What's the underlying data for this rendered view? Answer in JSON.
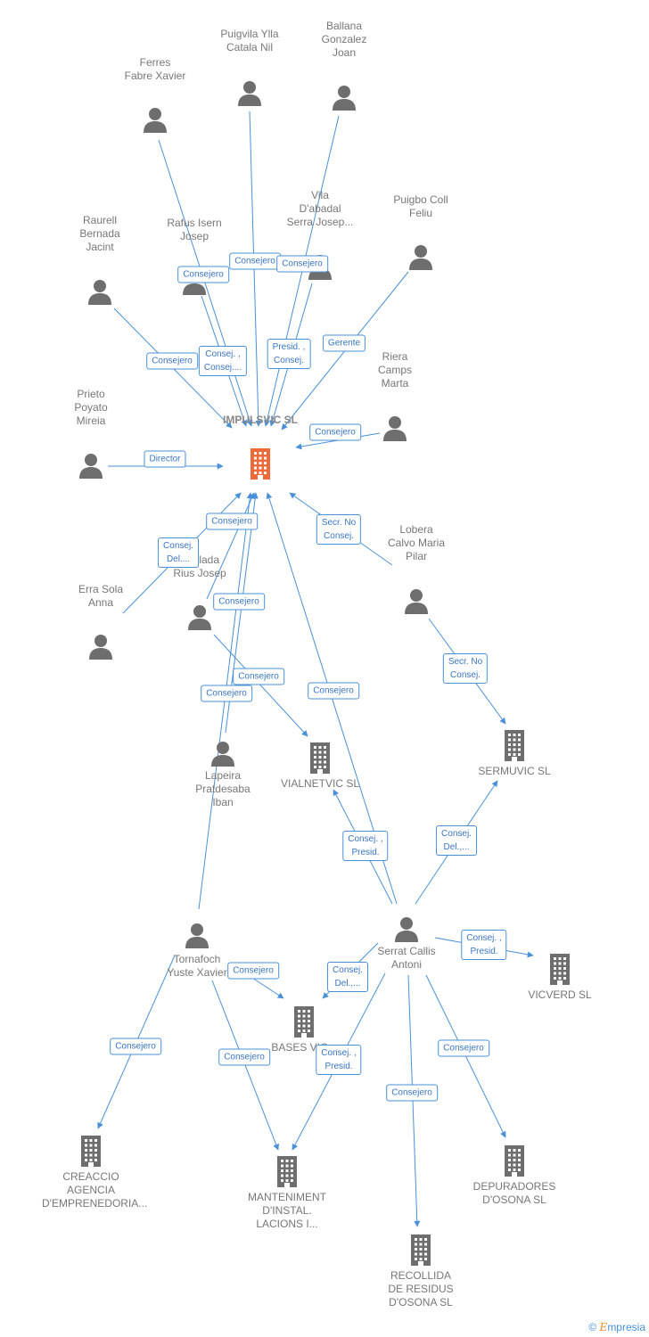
{
  "colors": {
    "edge": "#4a90d9",
    "person": "#6e6e6e",
    "company": "#6e6e6e",
    "main": "#ef6a3a"
  },
  "brand": {
    "copyright": "©",
    "name": "mpresia",
    "initial": "E"
  },
  "nodes": [
    {
      "id": "impulsvic",
      "kind": "main",
      "lines": [
        "IMPULSVIC SL"
      ]
    },
    {
      "id": "ferres",
      "kind": "person",
      "lines": [
        "Ferres",
        "Fabre Xavier"
      ]
    },
    {
      "id": "puigvila",
      "kind": "person",
      "lines": [
        "Puigvila Ylla",
        "Catala Nil"
      ]
    },
    {
      "id": "ballana",
      "kind": "person",
      "lines": [
        "Ballana",
        "Gonzalez",
        "Joan"
      ]
    },
    {
      "id": "raurell",
      "kind": "person",
      "lines": [
        "Raurell",
        "Bernada",
        "Jacint"
      ]
    },
    {
      "id": "rafus",
      "kind": "person",
      "lines": [
        "Rafus Isern",
        "Josep"
      ]
    },
    {
      "id": "vila",
      "kind": "person",
      "lines": [
        "Vila",
        "D'abadal",
        "Serra Josep..."
      ]
    },
    {
      "id": "puigbo",
      "kind": "person",
      "lines": [
        "Puigbo Coll",
        "Feliu"
      ]
    },
    {
      "id": "riera",
      "kind": "person",
      "lines": [
        "Riera",
        "Camps",
        "Marta"
      ]
    },
    {
      "id": "prieto",
      "kind": "person",
      "lines": [
        "Prieto",
        "Poyato",
        "Mireia"
      ]
    },
    {
      "id": "anglada",
      "kind": "person",
      "lines": [
        "Anglada",
        "Rius Josep"
      ]
    },
    {
      "id": "erra",
      "kind": "person",
      "lines": [
        "Erra Sola",
        "Anna"
      ]
    },
    {
      "id": "lobera",
      "kind": "person",
      "lines": [
        "Lobera",
        "Calvo Maria",
        "Pilar"
      ]
    },
    {
      "id": "lapeira",
      "kind": "person",
      "lines": [
        "Lapeira",
        "Pratdesaba",
        "Iban"
      ]
    },
    {
      "id": "vialnetvic",
      "kind": "company",
      "lines": [
        "VIALNETVIC SL"
      ]
    },
    {
      "id": "sermuvic",
      "kind": "company",
      "lines": [
        "SERMUVIC SL"
      ]
    },
    {
      "id": "tornafoch",
      "kind": "person",
      "lines": [
        "Tornafoch",
        "Yuste Xavier"
      ]
    },
    {
      "id": "serrat",
      "kind": "person",
      "lines": [
        "Serrat Callis",
        "Antoni"
      ]
    },
    {
      "id": "vicverd",
      "kind": "company",
      "lines": [
        "VICVERD SL"
      ]
    },
    {
      "id": "bases",
      "kind": "company",
      "lines": [
        "BASES VIC..."
      ]
    },
    {
      "id": "creaccio",
      "kind": "company",
      "lines": [
        "CREACCIO",
        "AGENCIA",
        "D'EMPRENEDORIA..."
      ]
    },
    {
      "id": "manteniment",
      "kind": "company",
      "lines": [
        "MANTENIMENT",
        "D'INSTAL.",
        "LACIONS I..."
      ]
    },
    {
      "id": "depuradores",
      "kind": "company",
      "lines": [
        "DEPURADORES",
        "D'OSONA SL"
      ]
    },
    {
      "id": "recollida",
      "kind": "company",
      "lines": [
        "RECOLLIDA",
        "DE RESIDUS",
        "D'OSONA SL"
      ]
    }
  ],
  "edges": [
    {
      "from": "ferres",
      "to": "impulsvic",
      "lines": [
        "Consejero"
      ]
    },
    {
      "from": "puigvila",
      "to": "impulsvic",
      "lines": [
        "Consejero"
      ]
    },
    {
      "from": "ballana",
      "to": "impulsvic",
      "lines": [
        "Consejero"
      ]
    },
    {
      "from": "raurell",
      "to": "impulsvic",
      "lines": [
        "Consejero"
      ]
    },
    {
      "from": "rafus",
      "to": "impulsvic",
      "lines": [
        "Consej. ,",
        "Consej...."
      ]
    },
    {
      "from": "vila",
      "to": "impulsvic",
      "lines": [
        "Presid. ,",
        "Consej."
      ]
    },
    {
      "from": "puigbo",
      "to": "impulsvic",
      "lines": [
        "Gerente"
      ]
    },
    {
      "from": "riera",
      "to": "impulsvic",
      "lines": [
        "Consejero"
      ]
    },
    {
      "from": "prieto",
      "to": "impulsvic",
      "lines": [
        "Director"
      ]
    },
    {
      "from": "anglada",
      "to": "impulsvic",
      "lines": [
        "Consejero"
      ]
    },
    {
      "from": "erra",
      "to": "impulsvic",
      "lines": [
        "Consej.",
        "Del...."
      ]
    },
    {
      "from": "lobera",
      "to": "impulsvic",
      "lines": [
        "Secr.  No",
        "Consej."
      ]
    },
    {
      "from": "lapeira",
      "to": "impulsvic",
      "lines": [
        "Consejero"
      ]
    },
    {
      "from": "tornafoch",
      "to": "impulsvic",
      "lines": [
        "Consejero"
      ]
    },
    {
      "from": "serrat",
      "to": "impulsvic",
      "lines": [
        "Consejero"
      ]
    },
    {
      "from": "anglada",
      "to": "vialnetvic",
      "lines": [
        "Consejero"
      ]
    },
    {
      "from": "lobera",
      "to": "sermuvic",
      "lines": [
        "Secr.  No",
        "Consej."
      ]
    },
    {
      "from": "serrat",
      "to": "vialnetvic",
      "lines": [
        "Consej. ,",
        "Presid."
      ]
    },
    {
      "from": "serrat",
      "to": "sermuvic",
      "lines": [
        "Consej.",
        "Del.,..."
      ]
    },
    {
      "from": "serrat",
      "to": "vicverd",
      "lines": [
        "Consej. ,",
        "Presid."
      ]
    },
    {
      "from": "serrat",
      "to": "bases",
      "lines": [
        "Consej.",
        "Del.,..."
      ]
    },
    {
      "from": "serrat",
      "to": "manteniment",
      "lines": [
        "Consej. ,",
        "Presid."
      ]
    },
    {
      "from": "serrat",
      "to": "recollida",
      "lines": [
        "Consejero"
      ]
    },
    {
      "from": "serrat",
      "to": "depuradores",
      "lines": [
        "Consejero"
      ]
    },
    {
      "from": "tornafoch",
      "to": "bases",
      "lines": [
        "Consejero"
      ]
    },
    {
      "from": "tornafoch",
      "to": "creaccio",
      "lines": [
        "Consejero"
      ]
    },
    {
      "from": "tornafoch",
      "to": "manteniment",
      "lines": [
        "Consejero"
      ]
    }
  ]
}
